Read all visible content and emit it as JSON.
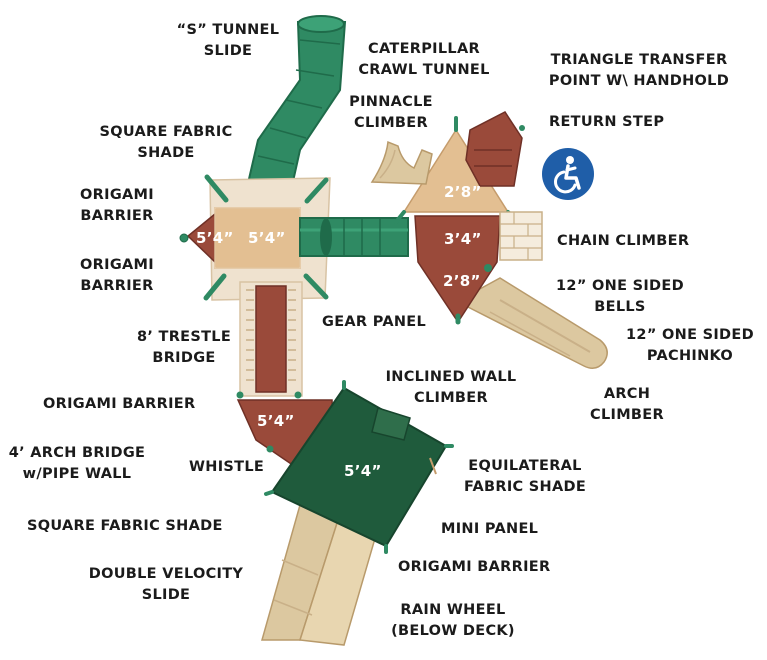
{
  "colors": {
    "tube_green": "#2f8a63",
    "tube_dark": "#1f6b4a",
    "deck_tan": "#e3bf92",
    "deck_brown": "#9a4a3a",
    "shade_green": "#1f5b3c",
    "slide_cream": "#dcc8a0",
    "accessibility_blue": "#1f5ea8"
  },
  "icons": {
    "accessibility": "wheelchair-icon"
  },
  "labels": {
    "s_tunnel_slide": [
      "“S” TUNNEL",
      "SLIDE"
    ],
    "caterpillar_crawl_tunnel": [
      "CATERPILLAR",
      "CRAWL TUNNEL"
    ],
    "triangle_transfer_point": [
      "TRIANGLE TRANSFER",
      "POINT W\\ HANDHOLD"
    ],
    "pinnacle_climber": [
      "PINNACLE",
      "CLIMBER"
    ],
    "return_step": [
      "RETURN STEP"
    ],
    "square_fabric_shade_top": [
      "SQUARE FABRIC",
      "SHADE"
    ],
    "origami_barrier_1": [
      "ORIGAMI",
      "BARRIER"
    ],
    "origami_barrier_2": [
      "ORIGAMI",
      "BARRIER"
    ],
    "chain_climber": [
      "CHAIN CLIMBER"
    ],
    "one_sided_bells": [
      "12” ONE SIDED",
      "BELLS"
    ],
    "gear_panel": [
      "GEAR PANEL"
    ],
    "trestle_bridge": [
      "8’ TRESTLE",
      "BRIDGE"
    ],
    "one_sided_pachinko": [
      "12” ONE SIDED",
      "PACHINKO"
    ],
    "inclined_wall_climber": [
      "INCLINED WALL",
      "CLIMBER"
    ],
    "origami_barrier_3": [
      "ORIGAMI BARRIER"
    ],
    "arch_climber": [
      "ARCH",
      "CLIMBER"
    ],
    "arch_bridge": [
      "4’ ARCH BRIDGE",
      "w/PIPE WALL"
    ],
    "whistle": [
      "WHISTLE"
    ],
    "equilateral_fabric_shade": [
      "EQUILATERAL",
      "FABRIC SHADE"
    ],
    "square_fabric_shade_bottom": [
      "SQUARE FABRIC SHADE"
    ],
    "mini_panel": [
      "MINI PANEL"
    ],
    "double_velocity_slide": [
      "DOUBLE VELOCITY",
      "SLIDE"
    ],
    "origami_barrier_4": [
      "ORIGAMI BARRIER"
    ],
    "rain_wheel": [
      "RAIN WHEEL",
      "(BELOW DECK)"
    ]
  },
  "deck_heights": {
    "left_barrier": "5’4”",
    "main_deck": "5’4”",
    "triangle_top": "2’8”",
    "triangle_right": "3’4”",
    "triangle_bottom": "2’8”",
    "bridge_end": "5’4”",
    "shade_deck": "5’4”"
  }
}
